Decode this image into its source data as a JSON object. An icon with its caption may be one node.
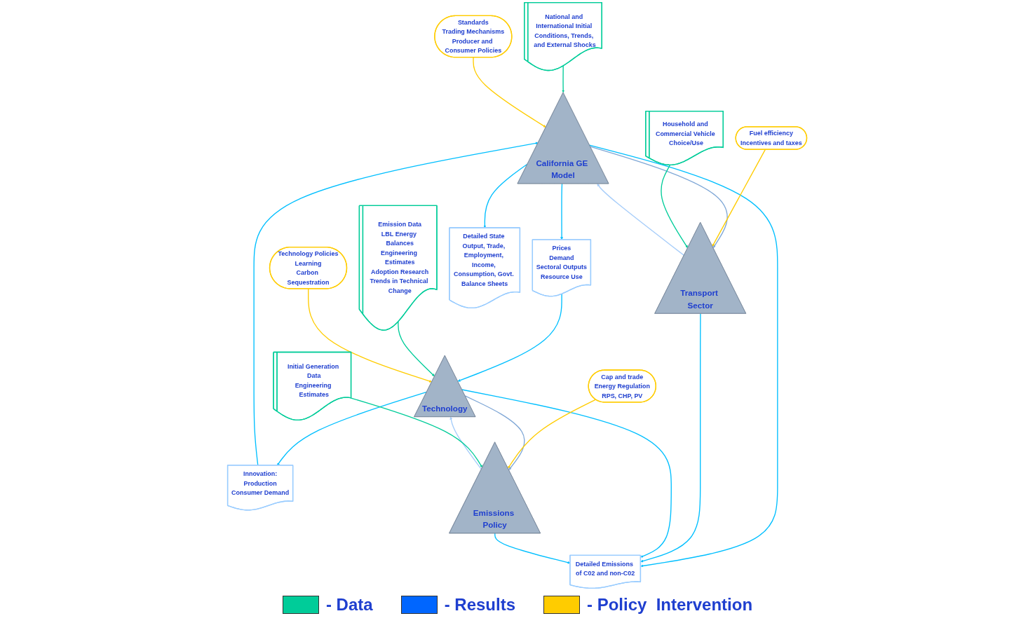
{
  "diagram": {
    "nodes": [
      {
        "text": [
          "National and International Initial Conditions, Trends, and External Shocks"
        ]
      },
      {
        "text": [
          "Standards",
          "Trading Mechanisms",
          "Producer and Consumer Policies"
        ]
      },
      {
        "text": [
          "California GE Model"
        ]
      },
      {
        "text": [
          "Prices",
          "Demand",
          "Sectoral Outputs",
          "Resource Use"
        ]
      },
      {
        "text": [
          "Innovation:",
          "Production",
          "Consumer Demand"
        ]
      },
      {
        "text": [
          "Emission Data",
          "LBL Energy Balances",
          "Engineering Estimates",
          "Adoption Research",
          "Trends in Technical Change"
        ]
      },
      {
        "text": [
          "Technology Policies",
          "Learning",
          "Carbon Sequestration"
        ]
      },
      {
        "text": [
          "Technology"
        ]
      },
      {
        "text": [
          "Detailed Emissions of C02 and non-C02"
        ]
      },
      {
        "text": [
          "Transport Sector"
        ]
      },
      {
        "text": [
          "Detailed State Output, Trade, Employment, Income, Consumption, Govt. Balance Sheets"
        ]
      },
      {
        "text": [
          "Emissions Policy"
        ]
      },
      {
        "text": [
          "Fuel efficiency",
          "Incentives and taxes"
        ]
      },
      {
        "text": [
          "Cap and trade",
          "Energy Regulation",
          "RPS, CHP, PV"
        ]
      },
      {
        "text": [
          "Household and Commercial Vehicle Choice/Use"
        ]
      },
      {
        "text": [
          "Initial Generation Data",
          "Engineering Estimates"
        ]
      }
    ],
    "edges": [
      {
        "from": 0,
        "to": 2,
        "arrow": "to",
        "color": "#00cc99"
      },
      {
        "from": 1,
        "to": 2,
        "arrow": "to",
        "color": "#ffcc00"
      },
      {
        "from": 2,
        "to": 3,
        "arrow": "to"
      },
      {
        "from": 4,
        "to": 2,
        "arrow": "to"
      },
      {
        "from": 3,
        "to": 7,
        "arrow": "to"
      },
      {
        "from": 7,
        "to": 4,
        "arrow": "to"
      },
      {
        "from": 5,
        "to": 7,
        "arrow": "to",
        "color": "#00cc99"
      },
      {
        "from": 6,
        "to": 7,
        "arrow": "to",
        "color": "#ffcc00"
      },
      {
        "from": 2,
        "to": 8,
        "arrow": "to"
      },
      {
        "from": 2,
        "to": 10,
        "arrow": "to"
      },
      {
        "from": 9,
        "to": 8,
        "arrow": "to"
      },
      {
        "from": 7,
        "to": 8,
        "arrow": "to"
      },
      {
        "from": 11,
        "to": 8,
        "arrow": "to"
      },
      {
        "from": 2,
        "to": 9,
        "arrow": "to",
        "color": "#7fa7d6"
      },
      {
        "from": 9,
        "to": 2,
        "arrow": "to",
        "color": "#a6cdfa"
      },
      {
        "from": 7,
        "to": 11,
        "arrow": "to",
        "color": "#7fa7d6"
      },
      {
        "from": 11,
        "to": 7,
        "arrow": "to",
        "color": "#a6cdfa"
      },
      {
        "from": 12,
        "to": 9,
        "arrow": "to",
        "color": "#ffcc00"
      },
      {
        "from": 14,
        "to": 9,
        "arrow": "to",
        "color": "#00cc99"
      },
      {
        "from": 13,
        "to": 11,
        "arrow": "to",
        "color": "#ffcc00"
      },
      {
        "from": 15,
        "to": 11,
        "arrow": "to",
        "color": "#00cc99"
      }
    ],
    "legend": [
      {
        "text": "- Data",
        "color": "#00cc99"
      },
      {
        "text": "- Results",
        "color": "#0066ff"
      },
      {
        "text": "- Policy  Intervention",
        "color": "#ffcc00"
      }
    ]
  }
}
